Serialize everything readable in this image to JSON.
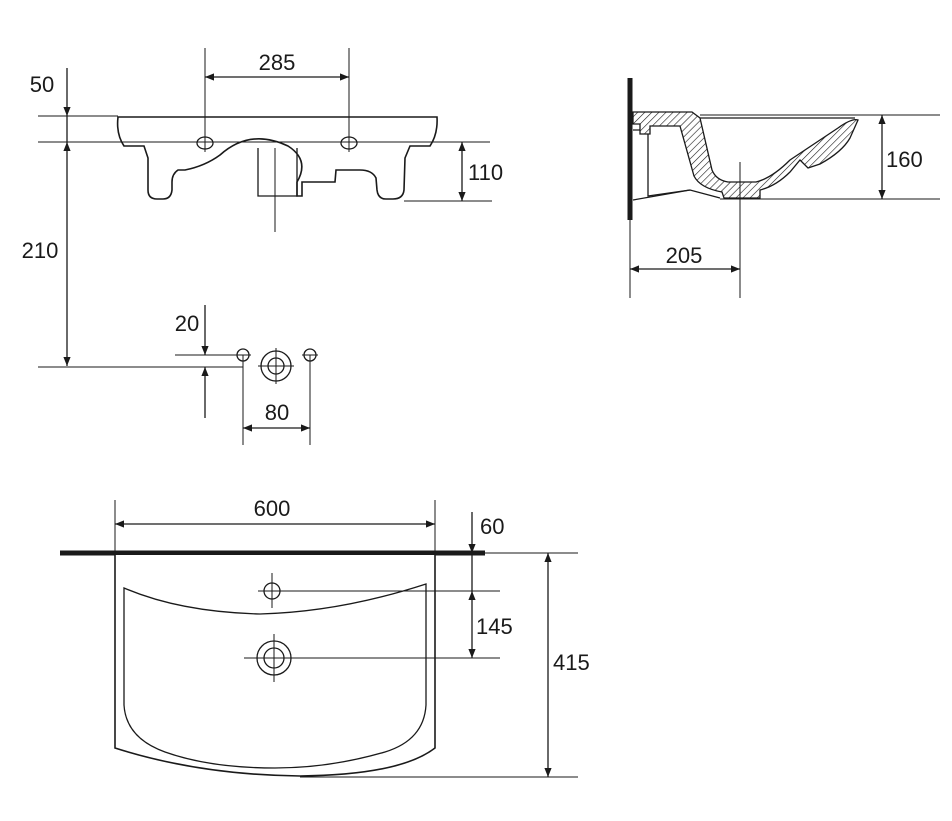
{
  "dimensions": {
    "front_top_offset": "50",
    "tap_hole_spacing": "285",
    "front_height": "110",
    "outlet_height": "210",
    "pipe_offset": "20",
    "pipe_spacing": "80",
    "side_depth": "205",
    "side_height": "160",
    "plan_width": "600",
    "plan_tap_offset": "60",
    "plan_drain_offset": "145",
    "plan_depth": "415"
  },
  "colors": {
    "line": "#1a1a1a",
    "background": "#ffffff"
  }
}
